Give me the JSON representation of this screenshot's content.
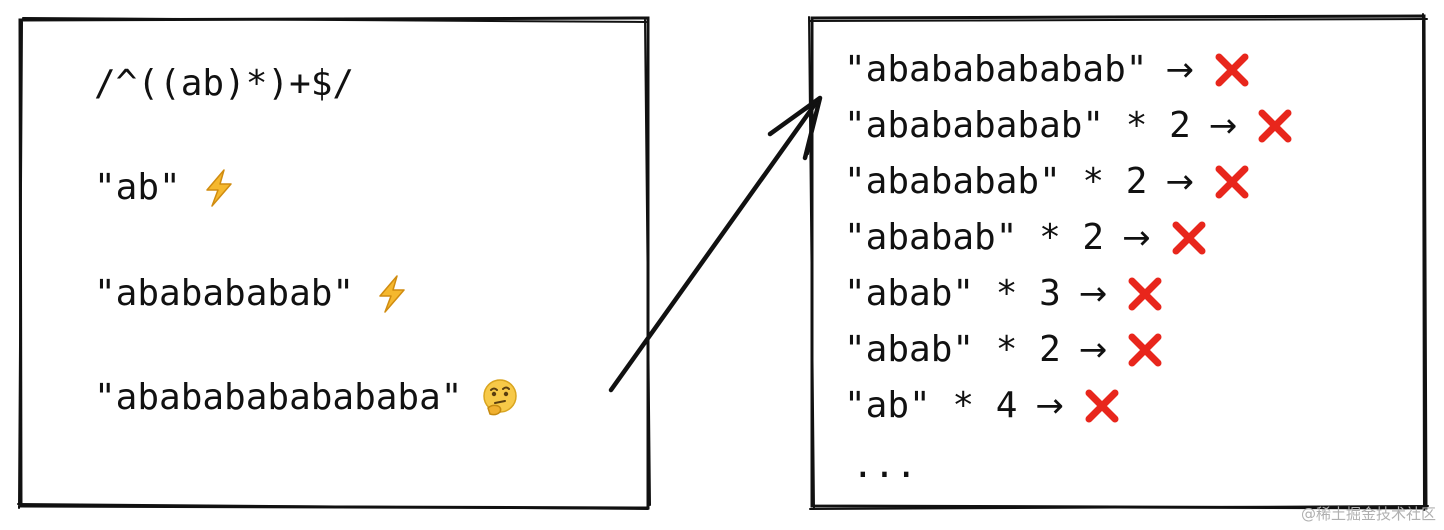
{
  "left_panel": {
    "regex": "/^((ab)*)+$/",
    "examples": [
      {
        "text": "\"ab\"",
        "icon": "lightning-icon"
      },
      {
        "text": "\"ababababab\"",
        "icon": "lightning-icon"
      },
      {
        "text": "\"abababababababa\"",
        "icon": "thinking-face-icon"
      }
    ]
  },
  "right_panel": {
    "attempts": [
      {
        "text": "\"abababababab\"",
        "arrow": "→",
        "result": "cross-icon"
      },
      {
        "text": "\"ababababab\" * 2",
        "arrow": "→",
        "result": "cross-icon"
      },
      {
        "text": "\"abababab\" * 2",
        "arrow": "→",
        "result": "cross-icon"
      },
      {
        "text": "\"ababab\" * 2",
        "arrow": "→",
        "result": "cross-icon"
      },
      {
        "text": "\"abab\" * 3",
        "arrow": "→",
        "result": "cross-icon"
      },
      {
        "text": "\"abab\" * 2",
        "arrow": "→",
        "result": "cross-icon"
      },
      {
        "text": "\"ab\" * 4",
        "arrow": "→",
        "result": "cross-icon"
      }
    ],
    "ellipsis": "..."
  },
  "colors": {
    "ink": "#111111",
    "cross": "#e8261c",
    "lightning": "#f5b82e"
  },
  "watermark": "@稀土掘金技术社区"
}
